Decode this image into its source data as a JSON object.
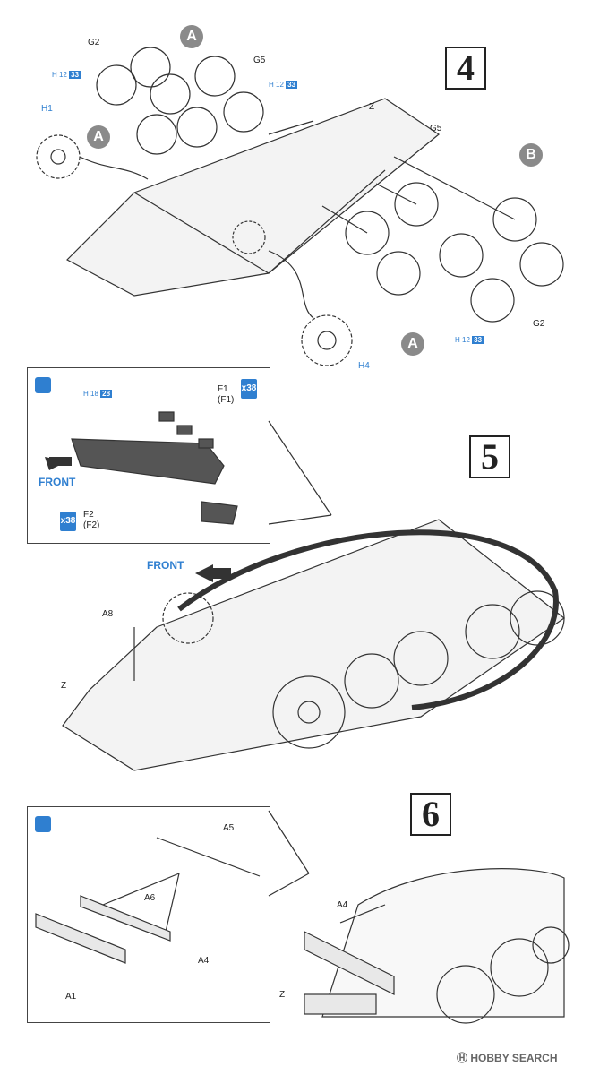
{
  "steps": {
    "step4": {
      "number": "4",
      "labels": {
        "g2_top": "G2",
        "g5_top": "G5",
        "g5_right": "G5",
        "g2_bottom": "G2",
        "h1": "H1",
        "h4": "H4",
        "z": "Z"
      },
      "callouts": {
        "a1": "A",
        "a2": "A",
        "a3": "A",
        "b": "B"
      },
      "hrefs": [
        {
          "prefix": "H",
          "mid": "12",
          "num": "33"
        },
        {
          "prefix": "H",
          "mid": "12",
          "num": "33"
        },
        {
          "prefix": "H",
          "mid": "12",
          "num": "33"
        }
      ]
    },
    "step5": {
      "number": "5",
      "inset": {
        "f1": "F1",
        "f1_alt": "(F1)",
        "f2": "F2",
        "f2_alt": "(F2)",
        "qty_top": "x38",
        "qty_bottom": "x38",
        "href": {
          "prefix": "H",
          "mid": "18",
          "num": "28"
        },
        "front": "FRONT"
      },
      "front": "FRONT",
      "a8": "A8",
      "z": "Z"
    },
    "step6": {
      "number": "6",
      "inset": {
        "a5": "A5",
        "a6": "A6",
        "a1": "A1",
        "a4": "A4"
      },
      "a4": "A4",
      "z": "Z"
    }
  },
  "watermark": {
    "brand_mark": "Ⓗ",
    "text": "HOBBY SEARCH"
  },
  "colors": {
    "accent": "#2f7fd0",
    "callout": "#8a8a8a",
    "line": "#333333"
  }
}
